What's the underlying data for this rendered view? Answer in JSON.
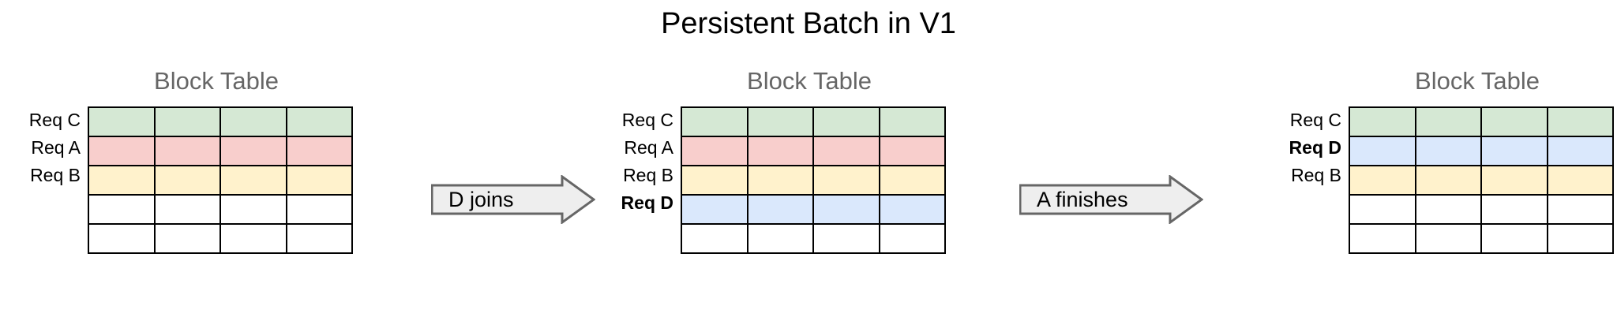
{
  "title": "Persistent Batch in V1",
  "palette": {
    "green": "#d5e8d4",
    "pink": "#f8cecc",
    "yellow": "#fff2cc",
    "blue": "#dae8fc",
    "empty": "#ffffff",
    "border": "#000000",
    "arrow_fill": "#eeeeee",
    "arrow_stroke": "#666666",
    "title_color": "#000000",
    "table_title_color": "#666666"
  },
  "chart_data": {
    "type": "table",
    "title": "Persistent Batch in V1",
    "description": "Three snapshots of a KV-cache block table showing how rows are reused as requests join and finish.",
    "columns": 4,
    "rows_per_table": 5,
    "stages": [
      {
        "id": "stage-1",
        "table_title": "Block Table",
        "rows": [
          {
            "label": "Req C",
            "color": "#d5e8d4",
            "color_name": "green",
            "bold": false,
            "empty": false
          },
          {
            "label": "Req A",
            "color": "#f8cecc",
            "color_name": "pink",
            "bold": false,
            "empty": false
          },
          {
            "label": "Req B",
            "color": "#fff2cc",
            "color_name": "yellow",
            "bold": false,
            "empty": false
          },
          {
            "label": "",
            "color": "#ffffff",
            "color_name": "empty",
            "bold": false,
            "empty": true
          },
          {
            "label": "",
            "color": "#ffffff",
            "color_name": "empty",
            "bold": false,
            "empty": true
          }
        ]
      },
      {
        "id": "stage-2",
        "table_title": "Block Table",
        "rows": [
          {
            "label": "Req C",
            "color": "#d5e8d4",
            "color_name": "green",
            "bold": false,
            "empty": false
          },
          {
            "label": "Req A",
            "color": "#f8cecc",
            "color_name": "pink",
            "bold": false,
            "empty": false
          },
          {
            "label": "Req B",
            "color": "#fff2cc",
            "color_name": "yellow",
            "bold": false,
            "empty": false
          },
          {
            "label": "Req D",
            "color": "#dae8fc",
            "color_name": "blue",
            "bold": true,
            "empty": false
          },
          {
            "label": "",
            "color": "#ffffff",
            "color_name": "empty",
            "bold": false,
            "empty": true
          }
        ]
      },
      {
        "id": "stage-3",
        "table_title": "Block Table",
        "rows": [
          {
            "label": "Req C",
            "color": "#d5e8d4",
            "color_name": "green",
            "bold": false,
            "empty": false
          },
          {
            "label": "Req D",
            "color": "#dae8fc",
            "color_name": "blue",
            "bold": true,
            "empty": false
          },
          {
            "label": "Req B",
            "color": "#fff2cc",
            "color_name": "yellow",
            "bold": false,
            "empty": false
          },
          {
            "label": "",
            "color": "#ffffff",
            "color_name": "empty",
            "bold": false,
            "empty": true
          },
          {
            "label": "",
            "color": "#ffffff",
            "color_name": "empty",
            "bold": false,
            "empty": true
          }
        ]
      }
    ],
    "transitions": [
      {
        "id": "transition-1",
        "label": "D joins",
        "from": "stage-1",
        "to": "stage-2"
      },
      {
        "id": "transition-2",
        "label": "A finishes",
        "from": "stage-2",
        "to": "stage-3"
      }
    ]
  }
}
